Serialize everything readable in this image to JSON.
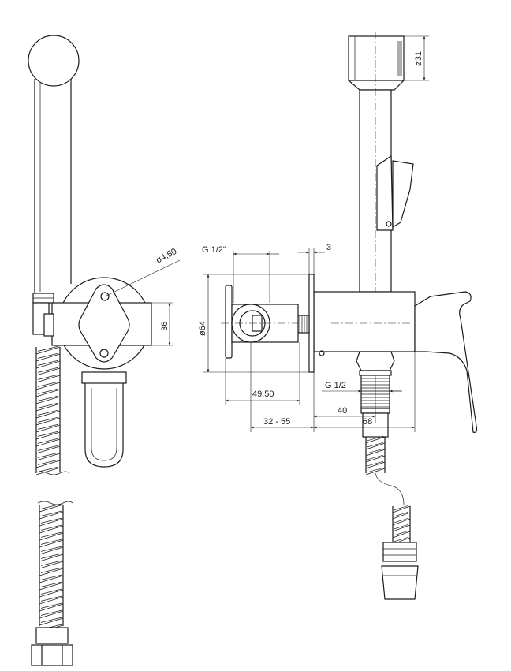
{
  "dimensions": {
    "hole_diameter": "ø4,50",
    "plate_width": "36",
    "thread_inlet": "G 1/2\"",
    "plate_thickness": "3",
    "rosette_diameter": "ø64",
    "depth_total": "49,50",
    "adjust_range": "32 - 55",
    "thread_outlet": "G 1/2",
    "outlet_offset": "40",
    "body_length": "68",
    "head_diameter": "ø31"
  }
}
